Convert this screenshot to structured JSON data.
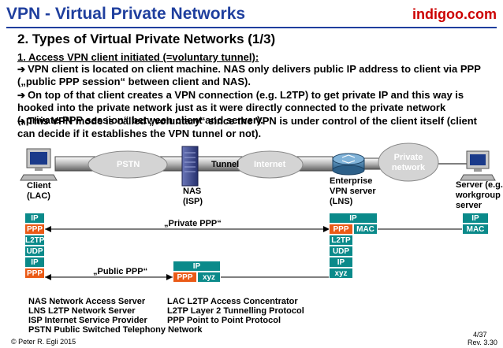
{
  "header": {
    "title": "VPN - Virtual Private Networks",
    "brand": "indigoo.com"
  },
  "subtitle": "2. Types of Virtual Private Networks (1/3)",
  "section_heading": "1. Access VPN client initiated (=voluntary tunnel):",
  "paragraphs": [
    "VPN client is located on client machine. NAS only delivers public IP address to client via PPP („public PPP session“ between client and NAS).",
    "On top of that client creates a VPN connection (e.g. L2TP) to get private IP and this way is hooked into the private network just as it were directly connected to the private network („private PPP session“ between client and server).",
    "This VPN mode is called „voluntary“ since the VPN is under control of the client itself (client can decide if it establishes the VPN tunnel or not)."
  ],
  "diagram": {
    "clouds": {
      "pstn": "PSTN",
      "internet": "Internet",
      "private": "Private network"
    },
    "tunnel_label": "Tunnel",
    "nodes": {
      "client": "Client (LAC)",
      "nas": "NAS (ISP)",
      "vpn_server": "Enterprise VPN server (LNS)",
      "server": "Server (e.g. workgroup server"
    },
    "private_ppp_label": "„Private PPP“",
    "public_ppp_label": "„Public PPP“",
    "stacks": {
      "client": [
        "IP",
        "PPP",
        "L2TP",
        "UDP",
        "IP",
        "PPP"
      ],
      "nas_top": "IP",
      "nas_bottom": [
        "PPP",
        "xyz"
      ],
      "lns_top": "IP",
      "lns_ppp_row": [
        "PPP",
        "MAC"
      ],
      "lns_rest": [
        "L2TP",
        "UDP",
        "IP",
        "xyz"
      ],
      "server": [
        "IP",
        "MAC"
      ]
    },
    "colors": {
      "teal": "#0a8a8a",
      "orange": "#ea5a16",
      "title_blue": "#1f3f9e",
      "brand_red": "#cc0000"
    }
  },
  "legend": {
    "left": [
      "NAS Network Access Server",
      "LNS L2TP Network Server",
      "ISP Internet Service Provider",
      "PSTN Public Switched Telephony Network"
    ],
    "right": [
      "LAC L2TP Access Concentrator",
      "L2TP Layer 2 Tunnelling Protocol",
      "PPP Point to Point Protocol"
    ]
  },
  "footer": {
    "copyright": "© Peter R. Egli 2015",
    "page": "4/37",
    "rev": "Rev. 3.30"
  }
}
